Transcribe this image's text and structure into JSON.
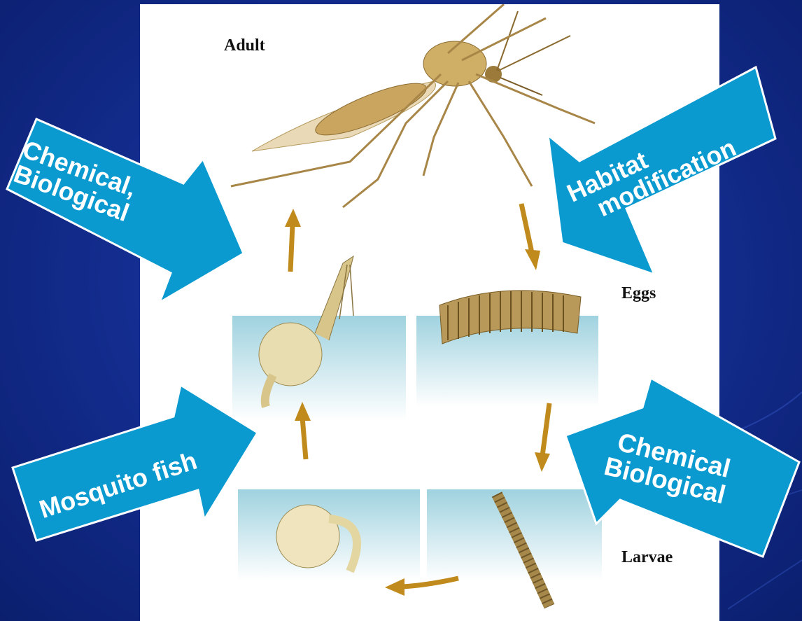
{
  "stages": {
    "adult": "Adult",
    "eggs": "Eggs",
    "larvae": "Larvae"
  },
  "callouts": {
    "top_left": {
      "line1": "Chemical,",
      "line2": "Biological"
    },
    "top_right": {
      "line1": "Habitat",
      "line2": "modification"
    },
    "bottom_left": {
      "line1": "Mosquito fish"
    },
    "bottom_right": {
      "line1": "Chemical",
      "line2": "Biological"
    }
  },
  "colors": {
    "background": "#142e92",
    "panel": "#ffffff",
    "callout": "#0a9ad0",
    "water": "#a6d6e0",
    "insect": "#c9a55f",
    "cycle_arrow": "#c08b1c"
  }
}
